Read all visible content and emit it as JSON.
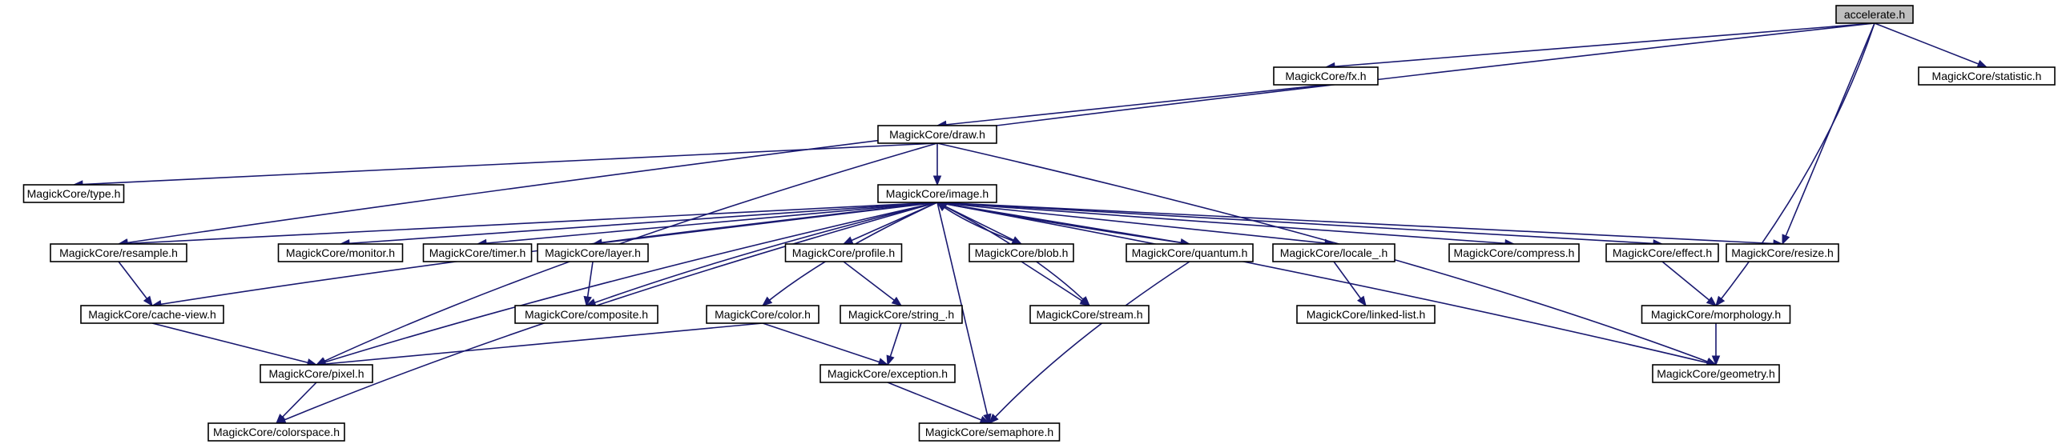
{
  "graph": {
    "nodes": [
      {
        "id": "accelerate",
        "label": "accelerate.h",
        "root": true
      },
      {
        "id": "fx",
        "label": "MagickCore/fx.h"
      },
      {
        "id": "statistic",
        "label": "MagickCore/statistic.h"
      },
      {
        "id": "draw",
        "label": "MagickCore/draw.h"
      },
      {
        "id": "type",
        "label": "MagickCore/type.h"
      },
      {
        "id": "image",
        "label": "MagickCore/image.h"
      },
      {
        "id": "resample",
        "label": "MagickCore/resample.h"
      },
      {
        "id": "monitor",
        "label": "MagickCore/monitor.h"
      },
      {
        "id": "timer",
        "label": "MagickCore/timer.h"
      },
      {
        "id": "layer",
        "label": "MagickCore/layer.h"
      },
      {
        "id": "profile",
        "label": "MagickCore/profile.h"
      },
      {
        "id": "blob",
        "label": "MagickCore/blob.h"
      },
      {
        "id": "quantum",
        "label": "MagickCore/quantum.h"
      },
      {
        "id": "locale",
        "label": "MagickCore/locale_.h"
      },
      {
        "id": "compress",
        "label": "MagickCore/compress.h"
      },
      {
        "id": "effect",
        "label": "MagickCore/effect.h"
      },
      {
        "id": "resize",
        "label": "MagickCore/resize.h"
      },
      {
        "id": "cacheview",
        "label": "MagickCore/cache-view.h"
      },
      {
        "id": "composite",
        "label": "MagickCore/composite.h"
      },
      {
        "id": "color",
        "label": "MagickCore/color.h"
      },
      {
        "id": "string",
        "label": "MagickCore/string_.h"
      },
      {
        "id": "stream",
        "label": "MagickCore/stream.h"
      },
      {
        "id": "linkedlist",
        "label": "MagickCore/linked-list.h"
      },
      {
        "id": "morphology",
        "label": "MagickCore/morphology.h"
      },
      {
        "id": "pixel",
        "label": "MagickCore/pixel.h"
      },
      {
        "id": "exception",
        "label": "MagickCore/exception.h"
      },
      {
        "id": "geometry",
        "label": "MagickCore/geometry.h"
      },
      {
        "id": "colorspace",
        "label": "MagickCore/colorspace.h"
      },
      {
        "id": "semaphore",
        "label": "MagickCore/semaphore.h"
      }
    ],
    "edges": [
      {
        "from": "accelerate",
        "to": "fx"
      },
      {
        "from": "accelerate",
        "to": "statistic"
      },
      {
        "from": "accelerate",
        "to": "resample"
      },
      {
        "from": "accelerate",
        "to": "resize"
      },
      {
        "from": "accelerate",
        "to": "morphology"
      },
      {
        "from": "fx",
        "to": "draw"
      },
      {
        "from": "draw",
        "to": "type"
      },
      {
        "from": "draw",
        "to": "image"
      },
      {
        "from": "draw",
        "to": "pixel"
      },
      {
        "from": "draw",
        "to": "geometry"
      },
      {
        "from": "image",
        "to": "resample"
      },
      {
        "from": "image",
        "to": "monitor"
      },
      {
        "from": "image",
        "to": "timer"
      },
      {
        "from": "image",
        "to": "layer"
      },
      {
        "from": "image",
        "to": "profile"
      },
      {
        "from": "image",
        "to": "blob"
      },
      {
        "from": "image",
        "to": "quantum"
      },
      {
        "from": "image",
        "to": "locale"
      },
      {
        "from": "image",
        "to": "compress"
      },
      {
        "from": "image",
        "to": "effect"
      },
      {
        "from": "image",
        "to": "resize"
      },
      {
        "from": "image",
        "to": "cacheview"
      },
      {
        "from": "image",
        "to": "composite"
      },
      {
        "from": "image",
        "to": "color"
      },
      {
        "from": "image",
        "to": "stream"
      },
      {
        "from": "image",
        "to": "pixel"
      },
      {
        "from": "image",
        "to": "colorspace"
      },
      {
        "from": "image",
        "to": "semaphore"
      },
      {
        "from": "image",
        "to": "geometry"
      },
      {
        "from": "blob",
        "to": "image"
      },
      {
        "from": "quantum",
        "to": "image"
      },
      {
        "from": "resample",
        "to": "cacheview"
      },
      {
        "from": "cacheview",
        "to": "pixel"
      },
      {
        "from": "layer",
        "to": "composite"
      },
      {
        "from": "profile",
        "to": "string"
      },
      {
        "from": "string",
        "to": "exception"
      },
      {
        "from": "color",
        "to": "pixel"
      },
      {
        "from": "color",
        "to": "exception"
      },
      {
        "from": "blob",
        "to": "stream"
      },
      {
        "from": "quantum",
        "to": "semaphore"
      },
      {
        "from": "locale",
        "to": "linkedlist"
      },
      {
        "from": "effect",
        "to": "morphology"
      },
      {
        "from": "morphology",
        "to": "geometry"
      },
      {
        "from": "pixel",
        "to": "colorspace"
      },
      {
        "from": "exception",
        "to": "semaphore"
      }
    ]
  }
}
